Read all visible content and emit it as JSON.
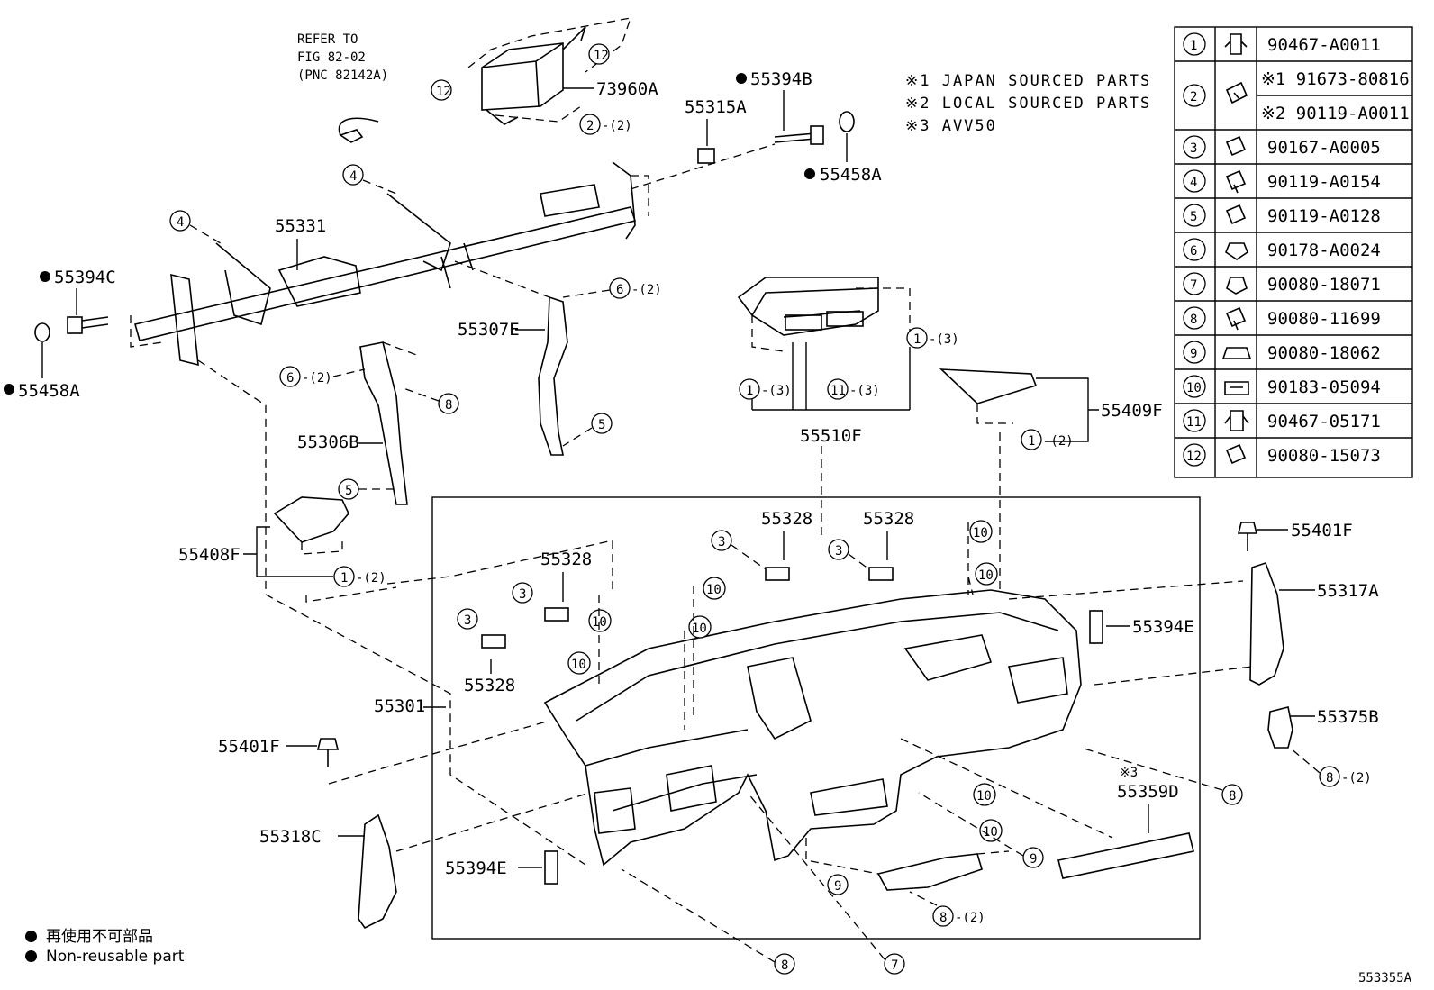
{
  "notes": {
    "refer_line1": "REFER TO",
    "refer_line2": "FIG 82-02",
    "refer_line3": "(PNC 82142A)",
    "note1": "※1 JAPAN SOURCED PARTS",
    "note2": "※2 LOCAL SOURCED PARTS",
    "note3": "※3 AVV50",
    "note3_short": "※3"
  },
  "parts": {
    "p73960A": "73960A",
    "p55394B": "55394B",
    "p55315A": "55315A",
    "p55458A_top": "55458A",
    "p55331": "55331",
    "p55394C": "55394C",
    "p55458A_left": "55458A",
    "p55307E": "55307E",
    "p55306B": "55306B",
    "p55510F": "55510F",
    "p55409F": "55409F",
    "p55408F": "55408F",
    "p55328_a": "55328",
    "p55328_b": "55328",
    "p55328_c": "55328",
    "p55328_d": "55328",
    "p55401F_right": "55401F",
    "p55317A": "55317A",
    "p55394E_right": "55394E",
    "p55301": "55301",
    "p55401F_left": "55401F",
    "p55375B": "55375B",
    "p55359D": "55359D",
    "p55318C": "55318C",
    "p55394E_left": "55394E"
  },
  "callouts": {
    "c1": "1",
    "c2": "2",
    "c3": "3",
    "c4": "4",
    "c5": "5",
    "c6": "6",
    "c7": "7",
    "c8": "8",
    "c9": "9",
    "c10": "10",
    "c11": "11",
    "c12": "12",
    "q2": "-(2)",
    "q3": "-(3)"
  },
  "fastener_table": {
    "rows": [
      {
        "ref": "1",
        "part": "90467-A0011"
      },
      {
        "ref": "2",
        "part_a": "※1 91673-80816",
        "part_b": "※2 90119-A0011"
      },
      {
        "ref": "3",
        "part": "90167-A0005"
      },
      {
        "ref": "4",
        "part": "90119-A0154"
      },
      {
        "ref": "5",
        "part": "90119-A0128"
      },
      {
        "ref": "6",
        "part": "90178-A0024"
      },
      {
        "ref": "7",
        "part": "90080-18071"
      },
      {
        "ref": "8",
        "part": "90080-11699"
      },
      {
        "ref": "9",
        "part": "90080-18062"
      },
      {
        "ref": "10",
        "part": "90183-05094"
      },
      {
        "ref": "11",
        "part": "90467-05171"
      },
      {
        "ref": "12",
        "part": "90080-15073"
      }
    ]
  },
  "legend": {
    "line_jp": "再使用不可部品",
    "line_en": "Non-reusable part"
  },
  "figure_id": "553355A"
}
